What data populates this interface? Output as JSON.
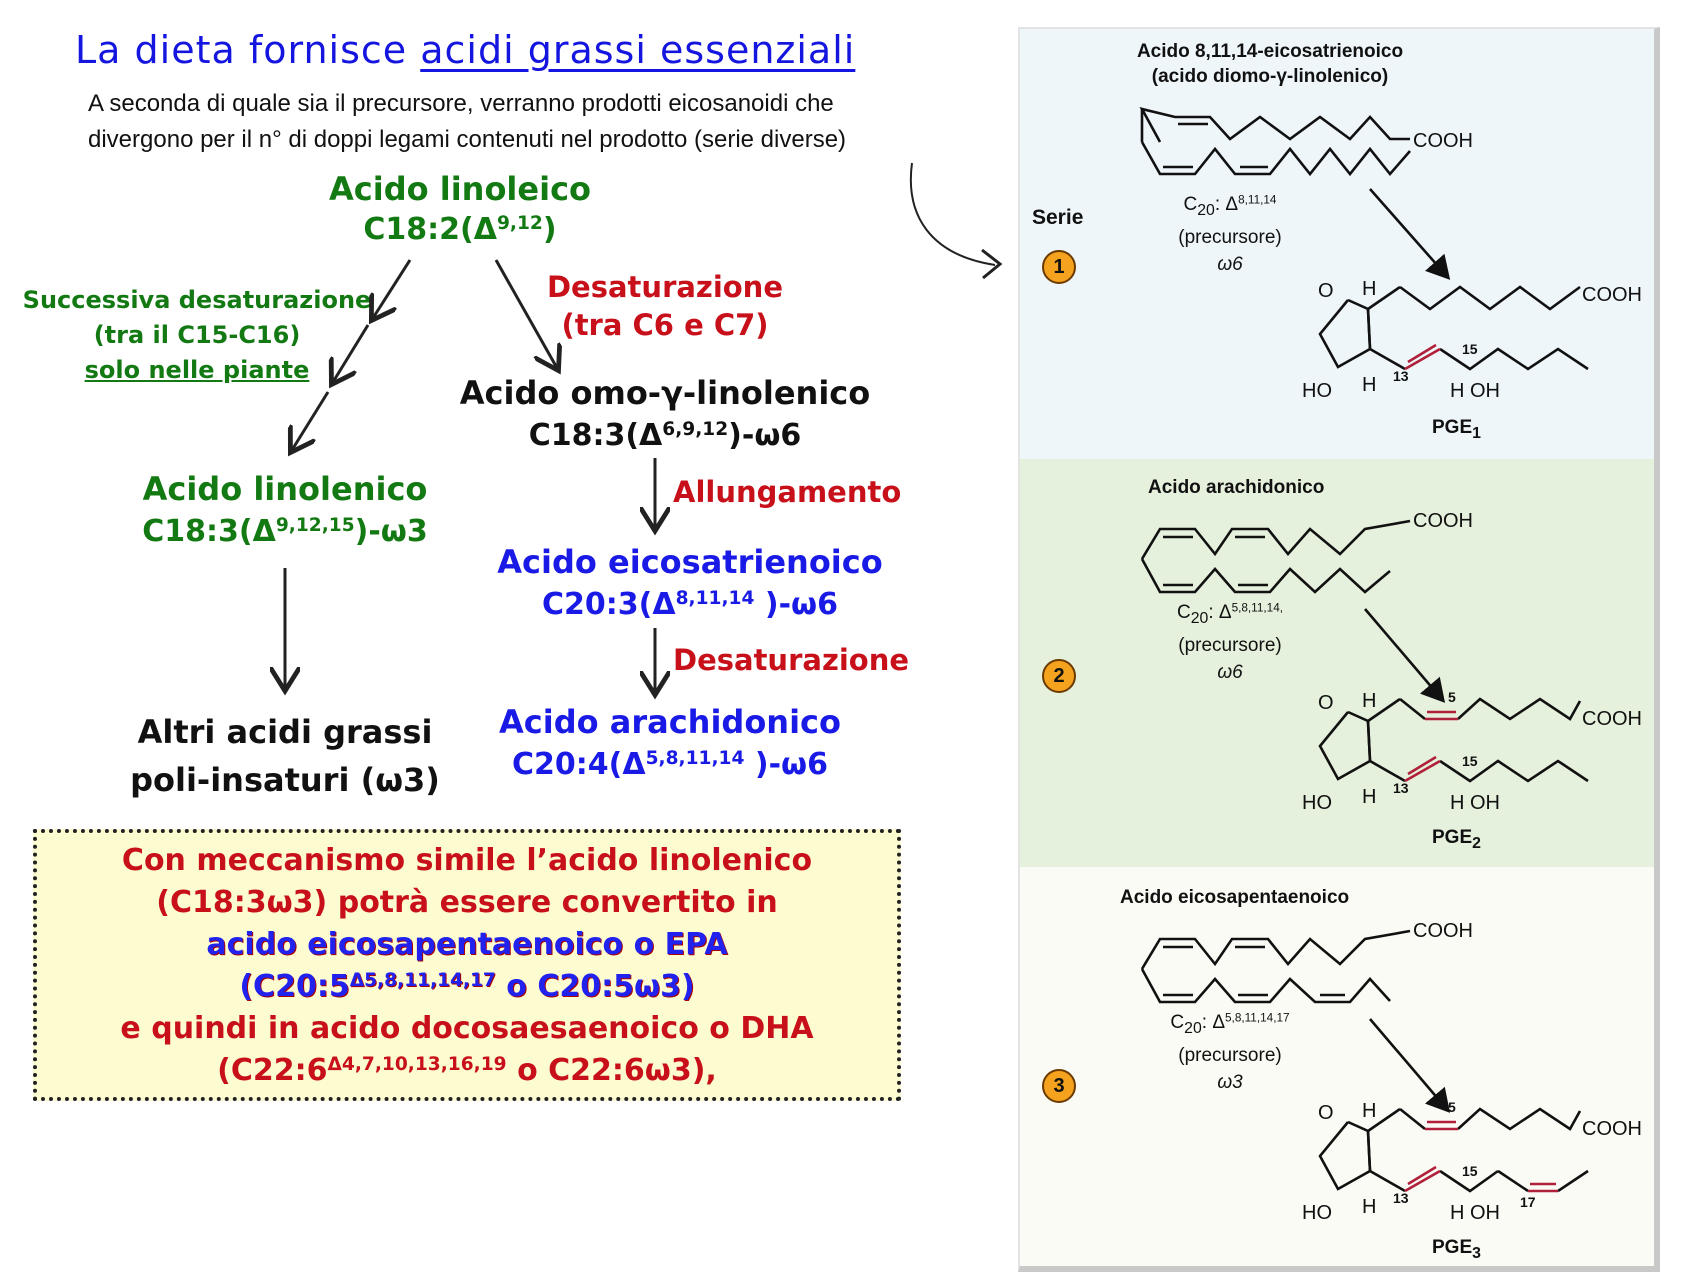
{
  "header": {
    "title_plain": "La dieta fornisce ",
    "title_underlined": "acidi grassi essenziali",
    "subtitle_line1": "A seconda di quale sia il precursore, verranno prodotti eicosanoidi che",
    "subtitle_line2": "divergono per il n° di doppi legami contenuti nel prodotto (serie diverse)"
  },
  "pathway": {
    "linoleic": {
      "name": "Acido linoleico",
      "formula_base": "C18:2(Δ",
      "formula_sup": "9,12",
      "formula_end": ")"
    },
    "plant_step": {
      "line1": "Successiva desaturazione",
      "line2": "(tra il C15-C16)",
      "line3": "solo nelle piante"
    },
    "desat_step": {
      "line1": "Desaturazione",
      "line2": "(tra C6 e C7)"
    },
    "homo_gamma": {
      "name": "Acido omo-γ-linolenico",
      "formula_base": "C18:3(Δ",
      "formula_sup": "6,9,12",
      "formula_end": ")-ω6"
    },
    "linolenic": {
      "name": "Acido linolenico",
      "formula_base": "C18:3(Δ",
      "formula_sup": "9,12,15",
      "formula_end": ")-ω3"
    },
    "elong_step": {
      "label": "Allungamento"
    },
    "eicosatrienoic": {
      "name": "Acido eicosatrienoico",
      "formula_base": "C20:3(Δ",
      "formula_sup": "8,11,14",
      "formula_end": " )-ω6"
    },
    "desat_step2": {
      "label": "Desaturazione"
    },
    "other_pufa": {
      "line1": "Altri acidi grassi",
      "line2": "poli-insaturi (ω3)"
    },
    "arachidonic": {
      "name": "Acido arachidonico",
      "formula_base": "C20:4(Δ",
      "formula_sup": "5,8,11,14",
      "formula_end": " )-ω6"
    }
  },
  "note_box": {
    "line1": "Con meccanismo simile l’acido linolenico",
    "line2": "(C18:3ω3) potrà essere convertito in",
    "line3": "acido eicosapentaenoico o EPA",
    "line4_a": "(C20:5",
    "line4_sup": "Δ5,8,11,14,17",
    "line4_b": " o C20:5ω3)",
    "line5": "e quindi in acido docosaesaenoico o DHA",
    "line6_a": "(C22:6",
    "line6_sup": "Δ4,7,10,13,16,19",
    "line6_b": " o C22:6ω3),"
  },
  "figure": {
    "serie_label": "Serie",
    "series": [
      {
        "number": "1",
        "precursor_name_line1": "Acido 8,11,14-eicosatrienoico",
        "precursor_name_line2": "(acido diomo-γ-linolenico)",
        "carbon": "C",
        "carbon_sub": "20",
        "delta_sup": "8,11,14",
        "role": "(precursore)",
        "omega": "ω6",
        "product_base": "PGE",
        "product_sub": "1",
        "cooh": "COOH",
        "o_label": "O",
        "h_top": "H",
        "h_bottom": "H",
        "ho_label": "HO",
        "h_oh_label": "H OH",
        "pos13": "13",
        "pos15": "15"
      },
      {
        "number": "2",
        "precursor_name_line1": "Acido arachidonico",
        "precursor_name_line2": "",
        "carbon": "C",
        "carbon_sub": "20",
        "delta_sup": "5,8,11,14,",
        "role": "(precursore)",
        "omega": "ω6",
        "product_base": "PGE",
        "product_sub": "2",
        "cooh": "COOH",
        "o_label": "O",
        "h_top": "H",
        "h_bottom": "H",
        "ho_label": "HO",
        "h_oh_label": "H OH",
        "pos5": "5",
        "pos13": "13",
        "pos15": "15"
      },
      {
        "number": "3",
        "precursor_name_line1": "Acido eicosapentaenoico",
        "precursor_name_line2": "",
        "carbon": "C",
        "carbon_sub": "20",
        "delta_sup": "5,8,11,14,17",
        "role": "(precursore)",
        "omega": "ω3",
        "product_base": "PGE",
        "product_sub": "3",
        "cooh": "COOH",
        "o_label": "O",
        "h_top": "H",
        "h_bottom": "H",
        "ho_label": "HO",
        "h_oh_label": "H OH",
        "pos5": "5",
        "pos13": "13",
        "pos15": "15",
        "pos17": "17"
      }
    ]
  },
  "colors": {
    "title_blue": "#1515e0",
    "green": "#137a13",
    "red": "#c8101a",
    "blue": "#1a1ae6",
    "badge_orange": "#f5a21e",
    "double_bond_red": "#b0203a",
    "band1": "#eef6fa",
    "band2": "#e5f1dc",
    "band3": "#fbfbf6",
    "note_bg": "#fdfbd0"
  }
}
